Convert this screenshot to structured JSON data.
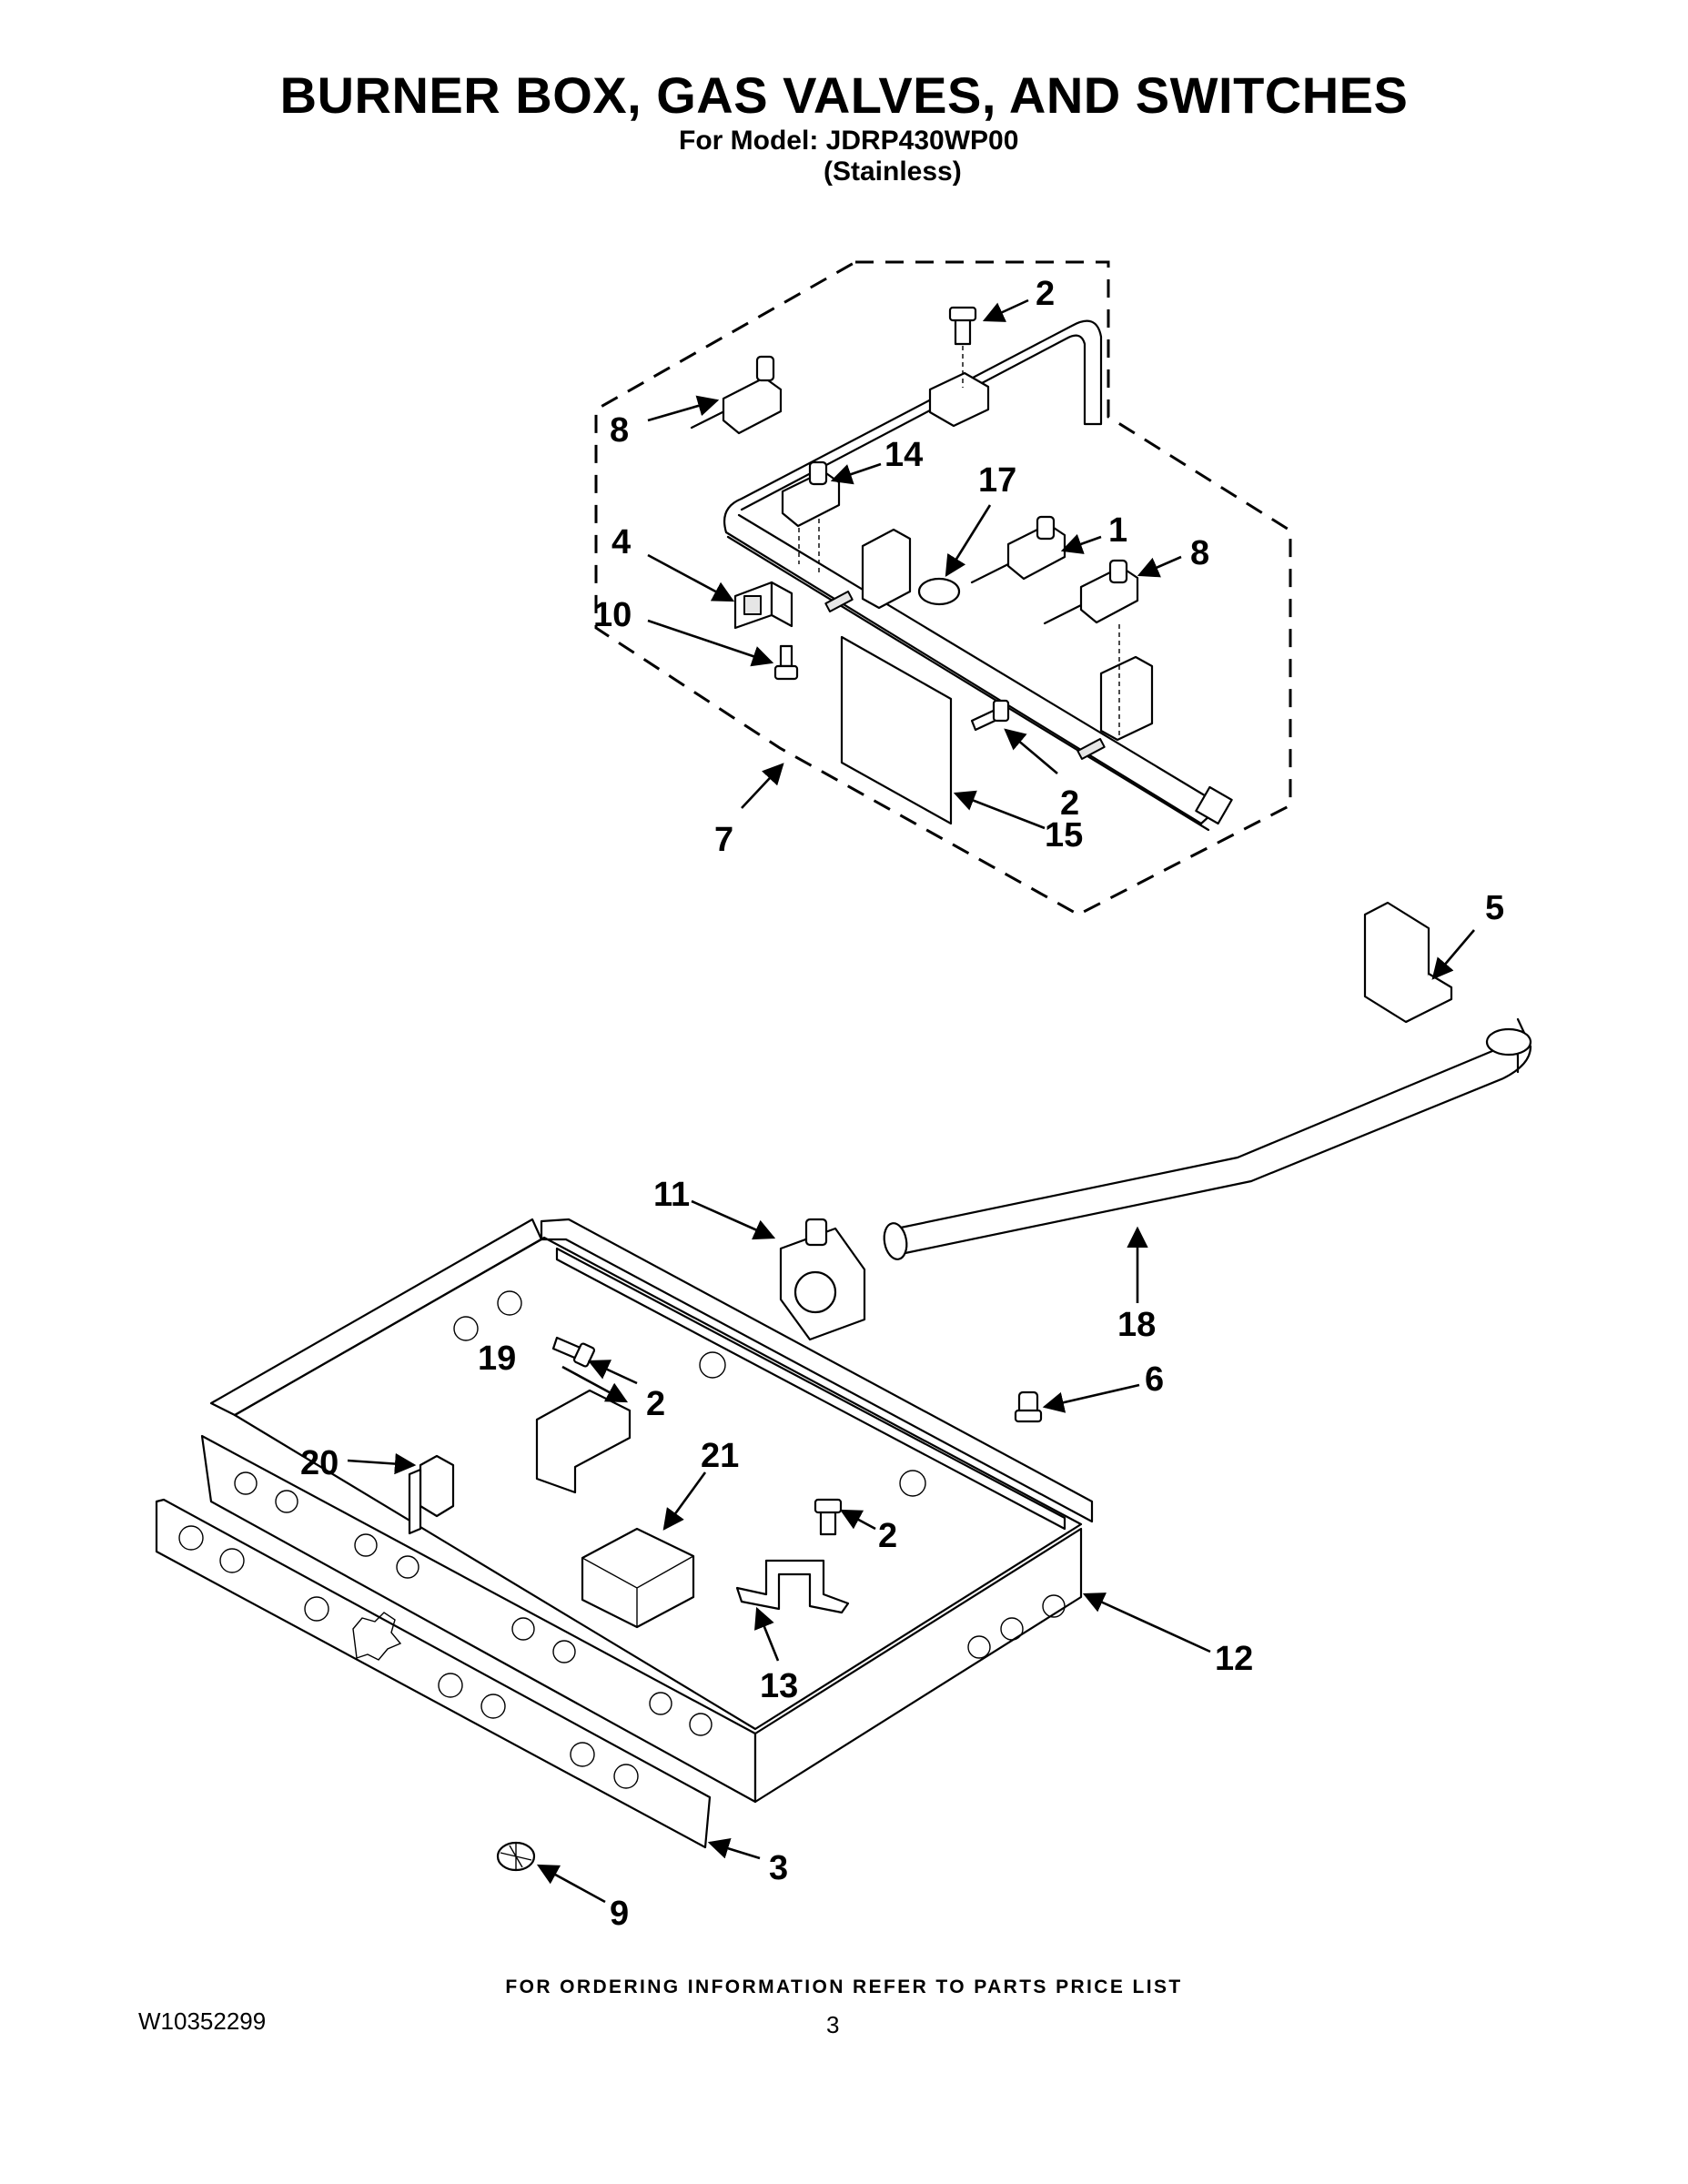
{
  "header": {
    "title": "BURNER BOX, GAS VALVES, AND SWITCHES",
    "model_line": "For Model: JDRP430WP00",
    "variant": "(Stainless)"
  },
  "footer": {
    "note": "FOR ORDERING INFORMATION REFER TO PARTS PRICE LIST",
    "document_number": "W10352299",
    "page_number": "3"
  },
  "callouts": [
    {
      "id": "c1",
      "label": "1"
    },
    {
      "id": "c2a",
      "label": "2"
    },
    {
      "id": "c2b",
      "label": "2"
    },
    {
      "id": "c2c",
      "label": "2"
    },
    {
      "id": "c2d",
      "label": "2"
    },
    {
      "id": "c3",
      "label": "3"
    },
    {
      "id": "c4",
      "label": "4"
    },
    {
      "id": "c5",
      "label": "5"
    },
    {
      "id": "c6",
      "label": "6"
    },
    {
      "id": "c7",
      "label": "7"
    },
    {
      "id": "c8a",
      "label": "8"
    },
    {
      "id": "c8b",
      "label": "8"
    },
    {
      "id": "c9",
      "label": "9"
    },
    {
      "id": "c10",
      "label": "10"
    },
    {
      "id": "c11",
      "label": "11"
    },
    {
      "id": "c12",
      "label": "12"
    },
    {
      "id": "c13",
      "label": "13"
    },
    {
      "id": "c14",
      "label": "14"
    },
    {
      "id": "c15",
      "label": "15"
    },
    {
      "id": "c17",
      "label": "17"
    },
    {
      "id": "c18",
      "label": "18"
    },
    {
      "id": "c19",
      "label": "19"
    },
    {
      "id": "c20",
      "label": "20"
    },
    {
      "id": "c21",
      "label": "21"
    }
  ]
}
